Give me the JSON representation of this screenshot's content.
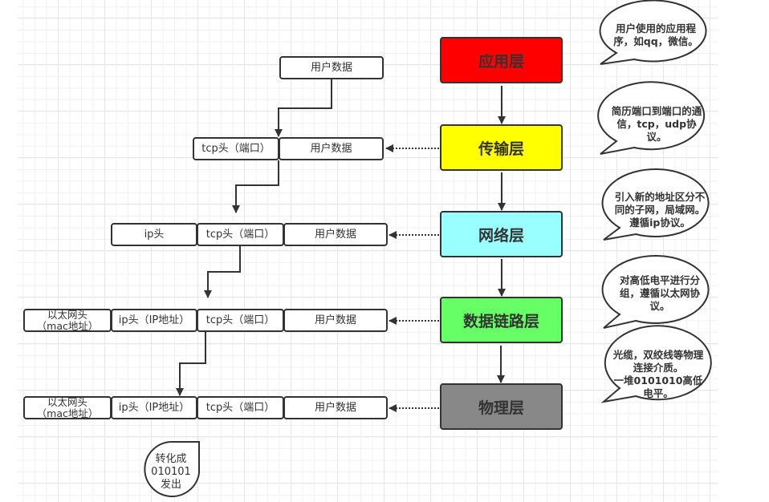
{
  "layers": [
    {
      "label": "应用层",
      "color": "#ff0000"
    },
    {
      "label": "传输层",
      "color": "#ffff00"
    },
    {
      "label": "网络层",
      "color": "#99ffff"
    },
    {
      "label": "数据链路层",
      "color": "#66ff66"
    },
    {
      "label": "物理层",
      "color": "#888888"
    }
  ],
  "callouts": [
    "用户使用的应用程序，如qq，微信。",
    "简历端口到端口的通信，tcp，udp协议。",
    "引入新的地址区分不同的子网，局域网。遵循ip协议。",
    "对高低电平进行分组，遵循以太网协议。",
    "光缆，双绞线等物理连接介质。一堆0101010高低电平。"
  ],
  "callout_lines": [
    [
      "用户使用的应用程",
      "序，如qq，微信。"
    ],
    [
      "简历端口到端口的通",
      "信，tcp，udp协",
      "议。"
    ],
    [
      "引入新的地址区分不",
      "同的子网，局域网。",
      "遵循ip协议。"
    ],
    [
      "对高低电平进行分",
      "组，遵循以太网协",
      "议。"
    ],
    [
      "光缆，双绞线等物理",
      "连接介质。",
      "一堆0101010高低",
      "电平。"
    ]
  ],
  "packets": {
    "application": {
      "user_data": "用户数据"
    },
    "transport": {
      "tcp_header": "tcp头（端口）",
      "user_data": "用户数据"
    },
    "network": {
      "ip_header": "ip头",
      "tcp_header": "tcp头（端口）",
      "user_data": "用户数据"
    },
    "datalink": {
      "eth_header_line1": "以太网头",
      "eth_header_line2": "（mac地址）",
      "ip_header": "ip头（IP地址）",
      "tcp_header": "tcp头（端口）",
      "user_data": "用户数据"
    },
    "physical": {
      "eth_header_line1": "以太网头",
      "eth_header_line2": "（mac地址）",
      "ip_header": "ip头（IP地址）",
      "tcp_header": "tcp头（端口）",
      "user_data": "用户数据"
    }
  },
  "note": {
    "lines": [
      "转化成",
      "010101",
      "发出"
    ]
  }
}
